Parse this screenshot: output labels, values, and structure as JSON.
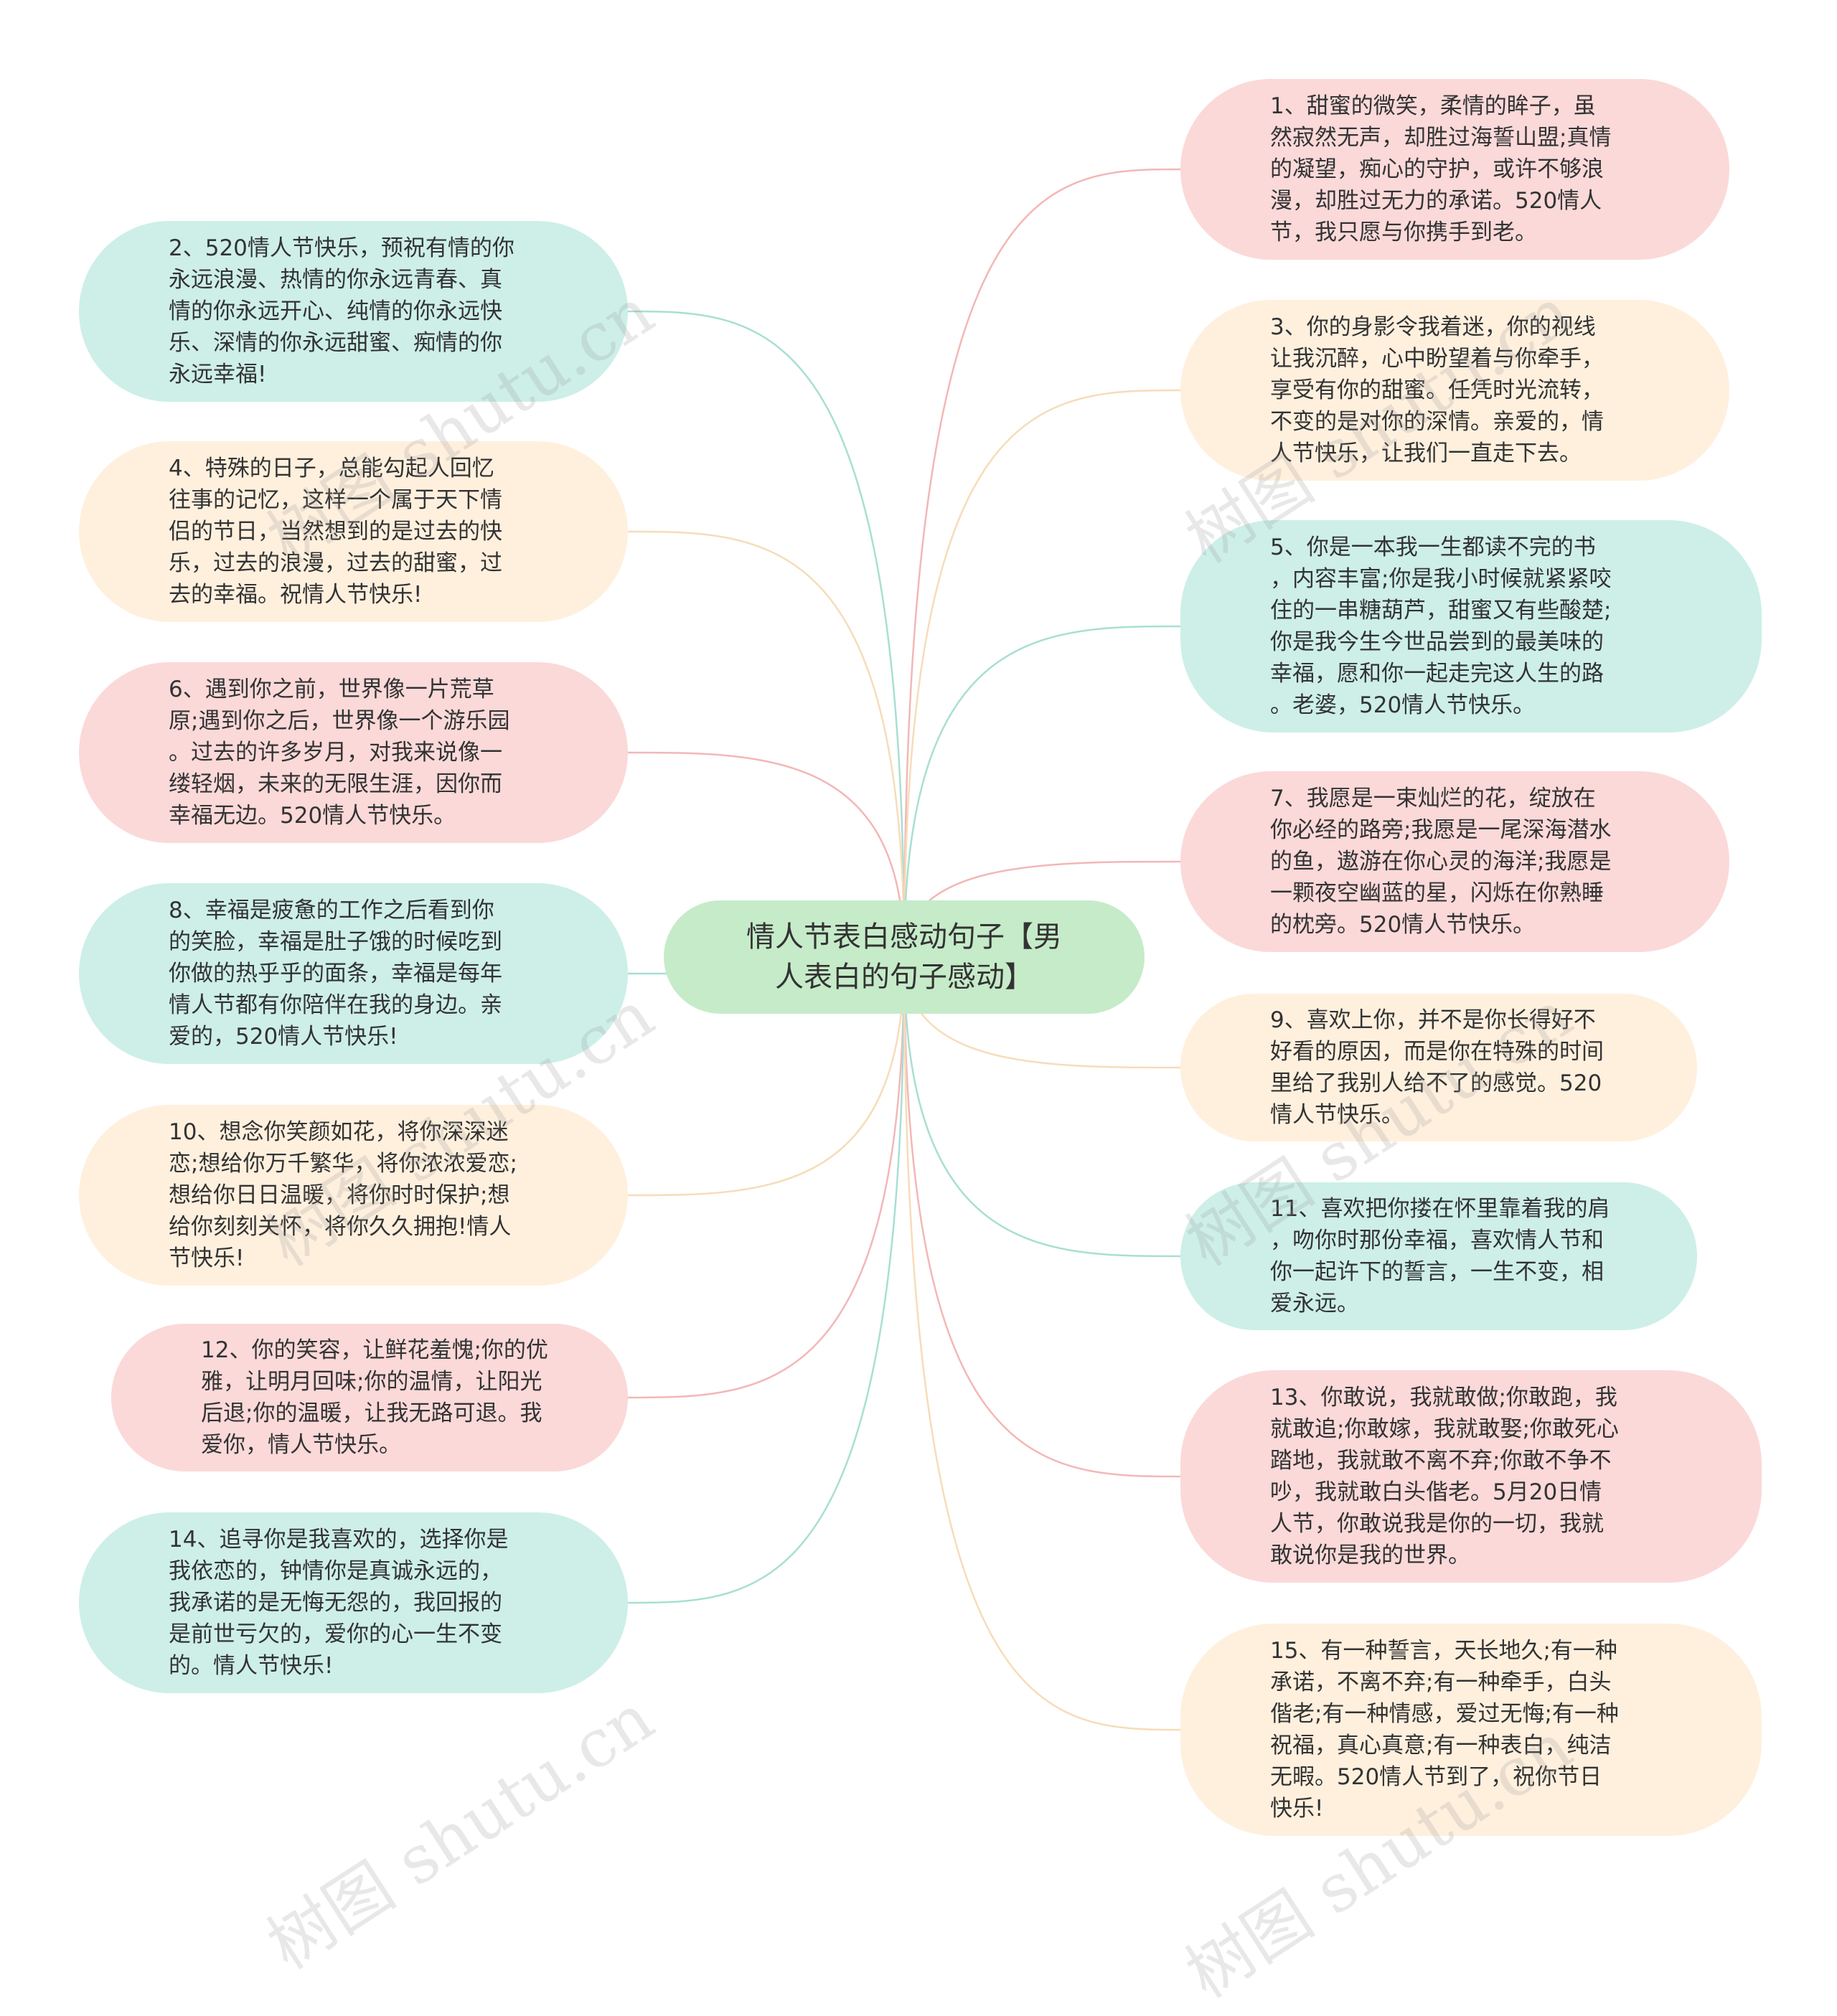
{
  "title": "情人节表白感动句子【男人表白的句子感动】",
  "center": {
    "text": "情人节表白感动句子【男\n人表白的句子感动】"
  },
  "colors": {
    "pink": "#fbd9d9",
    "peach": "#fff0de",
    "mint": "#cdefe8",
    "center": "#c6ebc9"
  },
  "line_colors": {
    "pink": "#f3b7b7",
    "peach": "#f7dcb9",
    "mint": "#a8dfd3"
  },
  "left_nodes": [
    {
      "text": "2、520情人节快乐，预祝有情的你\n永远浪漫、热情的你永远青春、真\n情的你永远开心、纯情的你永远快\n乐、深情的你永远甜蜜、痴情的你\n永远幸福!",
      "color": "mint"
    },
    {
      "text": "4、特殊的日子，总能勾起人回忆\n往事的记忆，这样一个属于天下情\n侣的节日，当然想到的是过去的快\n乐，过去的浪漫，过去的甜蜜，过\n去的幸福。祝情人节快乐!",
      "color": "peach"
    },
    {
      "text": "6、遇到你之前，世界像一片荒草\n原;遇到你之后，世界像一个游乐园\n。过去的许多岁月，对我来说像一\n缕轻烟，未来的无限生涯，因你而\n幸福无边。520情人节快乐。",
      "color": "pink"
    },
    {
      "text": "8、幸福是疲惫的工作之后看到你\n的笑脸，幸福是肚子饿的时候吃到\n你做的热乎乎的面条，幸福是每年\n情人节都有你陪伴在我的身边。亲\n爱的，520情人节快乐!",
      "color": "mint"
    },
    {
      "text": "10、想念你笑颜如花，将你深深迷\n恋;想给你万千繁华，将你浓浓爱恋;\n想给你日日温暖，将你时时保护;想\n给你刻刻关怀，将你久久拥抱!情人\n节快乐!",
      "color": "peach"
    },
    {
      "text": "12、你的笑容，让鲜花羞愧;你的优\n雅，让明月回味;你的温情，让阳光\n后退;你的温暖，让我无路可退。我\n爱你，情人节快乐。",
      "color": "pink"
    },
    {
      "text": "14、追寻你是我喜欢的，选择你是\n我依恋的，钟情你是真诚永远的，\n我承诺的是无悔无怨的，我回报的\n是前世亏欠的，爱你的心一生不变\n的。情人节快乐!",
      "color": "mint"
    }
  ],
  "right_nodes": [
    {
      "text": "1、甜蜜的微笑，柔情的眸子，虽\n然寂然无声，却胜过海誓山盟;真情\n的凝望，痴心的守护，或许不够浪\n漫，却胜过无力的承诺。520情人\n节，我只愿与你携手到老。",
      "color": "pink"
    },
    {
      "text": "3、你的身影令我着迷，你的视线\n让我沉醉，心中盼望着与你牵手，\n享受有你的甜蜜。任凭时光流转，\n不变的是对你的深情。亲爱的，情\n人节快乐，让我们一直走下去。",
      "color": "peach"
    },
    {
      "text": "5、你是一本我一生都读不完的书\n，内容丰富;你是我小时候就紧紧咬\n住的一串糖葫芦，甜蜜又有些酸楚;\n你是我今生今世品尝到的最美味的\n幸福，愿和你一起走完这人生的路\n。老婆，520情人节快乐。",
      "color": "mint"
    },
    {
      "text": "7、我愿是一束灿烂的花，绽放在\n你必经的路旁;我愿是一尾深海潜水\n的鱼，遨游在你心灵的海洋;我愿是\n一颗夜空幽蓝的星，闪烁在你熟睡\n的枕旁。520情人节快乐。",
      "color": "pink"
    },
    {
      "text": "9、喜欢上你，并不是你长得好不\n好看的原因，而是你在特殊的时间\n里给了我别人给不了的感觉。520\n情人节快乐。",
      "color": "peach"
    },
    {
      "text": "11、喜欢把你搂在怀里靠着我的肩\n，吻你时那份幸福，喜欢情人节和\n你一起许下的誓言，一生不变，相\n爱永远。",
      "color": "mint"
    },
    {
      "text": "13、你敢说，我就敢做;你敢跑，我\n就敢追;你敢嫁，我就敢娶;你敢死心\n踏地，我就敢不离不弃;你敢不争不\n吵，我就敢白头偕老。5月20日情\n人节，你敢说我是你的一切，我就\n敢说你是我的世界。",
      "color": "pink"
    },
    {
      "text": "15、有一种誓言，天长地久;有一种\n承诺，不离不弃;有一种牵手，白头\n偕老;有一种情感，爱过无悔;有一种\n祝福，真心真意;有一种表白，纯洁\n无暇。520情人节到了，祝你节日\n快乐!",
      "color": "peach"
    }
  ],
  "watermarks": [
    "树图 shutu.cn",
    "树图 shutu.cn",
    "树图 shutu.cn",
    "树图 shutu.cn",
    "树图 shutu.cn",
    "树图 shutu.cn"
  ]
}
